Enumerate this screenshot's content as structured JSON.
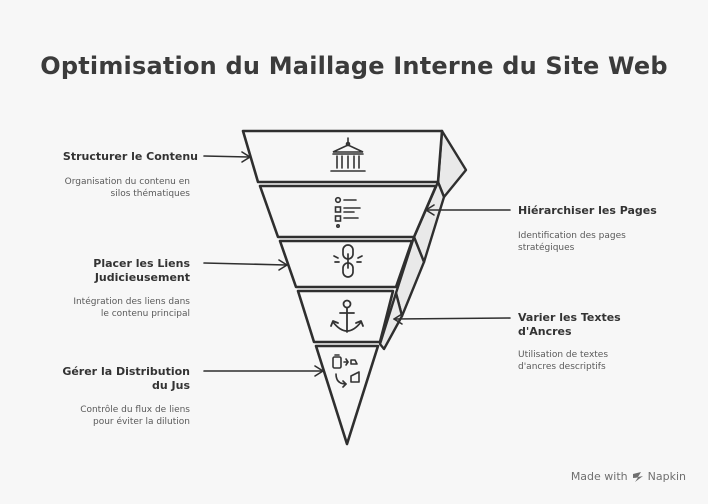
{
  "title": "Optimisation du Maillage Interne du Site Web",
  "left_items": [
    {
      "label": "Structurer le Contenu",
      "description": [
        "Organisation du contenu en",
        "silos thématiques"
      ]
    },
    {
      "label": [
        "Placer les Liens",
        "Judicieusement"
      ],
      "description": [
        "Intégration des liens dans",
        "le contenu principal"
      ]
    },
    {
      "label": [
        "Gérer la Distribution",
        "du Jus"
      ],
      "description": [
        "Contrôle du flux de liens",
        "pour éviter la dilution"
      ]
    }
  ],
  "right_items": [
    {
      "label": "Hiérarchiser les Pages",
      "description": [
        "Identification des pages",
        "stratégiques"
      ]
    },
    {
      "label": [
        "Varier les Textes",
        "d'Ancres"
      ],
      "description": [
        "Utilisation de textes",
        "d'ancres descriptifs"
      ]
    }
  ],
  "icons": [
    "building-icon",
    "list-icon",
    "link-icon",
    "anchor-icon",
    "flow-icon"
  ],
  "footer": {
    "made_with": "Made with",
    "brand": "Napkin"
  },
  "colors": {
    "stroke": "#2f2f2f",
    "fill": "#f7f7f7",
    "text": "#3a3a3a"
  }
}
